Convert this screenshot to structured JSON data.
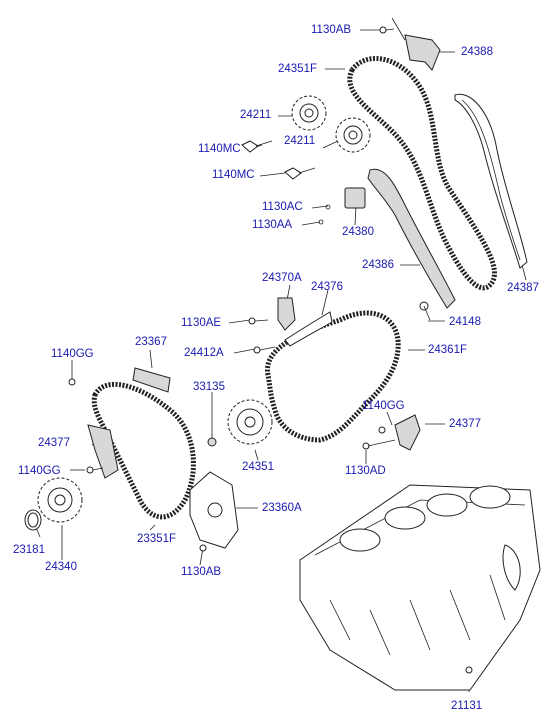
{
  "labels": {
    "l_1130AB_top": "1130AB",
    "l_24388": "24388",
    "l_24351F_top": "24351F",
    "l_24211_a": "24211",
    "l_24211_b": "24211",
    "l_1140MC_a": "1140MC",
    "l_1140MC_b": "1140MC",
    "l_1130AC": "1130AC",
    "l_1130AA": "1130AA",
    "l_24380": "24380",
    "l_24386": "24386",
    "l_24387": "24387",
    "l_24370A": "24370A",
    "l_24376": "24376",
    "l_1130AE": "1130AE",
    "l_24148": "24148",
    "l_24412A": "24412A",
    "l_24361F": "24361F",
    "l_1140GG_a": "1140GG",
    "l_23367": "23367",
    "l_33135": "33135",
    "l_1140GG_b": "1140GG",
    "l_24377_b": "24377",
    "l_24377_a": "24377",
    "l_1130AD": "1130AD",
    "l_1140GG_c": "1140GG",
    "l_24351": "24351",
    "l_23360A": "23360A",
    "l_23351F": "23351F",
    "l_23181": "23181",
    "l_24340": "24340",
    "l_1130AB_bot": "1130AB",
    "l_21131": "21131"
  },
  "colors": {
    "label": "#1a1ab0",
    "line": "#222222"
  }
}
